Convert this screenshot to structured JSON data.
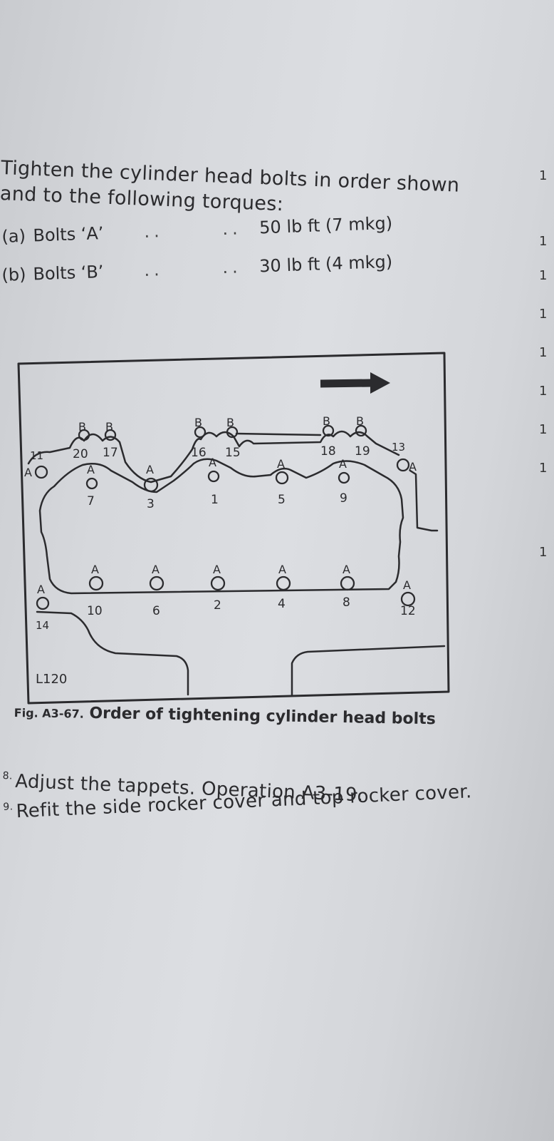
{
  "intro": {
    "line1": "Tighten the cylinder head bolts in order shown",
    "line2": "and to the following torques:"
  },
  "torques": [
    {
      "marker": "(a)",
      "label": "Bolts ‘A’",
      "leader1": "..",
      "leader2": "..",
      "value": "50 lb ft (7 mkg)"
    },
    {
      "marker": "(b)",
      "label": "Bolts ‘B’",
      "leader1": "..",
      "leader2": "..",
      "value": "30 lb ft (4 mkg)"
    }
  ],
  "figure": {
    "id_label": "L120",
    "caption_number": "Fig. A3-67.",
    "caption_text": "Order of tightening cylinder head bolts",
    "bolts": [
      {
        "seq": "20",
        "type": "B"
      },
      {
        "seq": "17",
        "type": "B"
      },
      {
        "seq": "16",
        "type": "B"
      },
      {
        "seq": "15",
        "type": "B"
      },
      {
        "seq": "18",
        "type": "B"
      },
      {
        "seq": "19",
        "type": "B"
      },
      {
        "seq": "11",
        "type": "A"
      },
      {
        "seq": "13",
        "type": "A"
      },
      {
        "seq": "7",
        "type": "A"
      },
      {
        "seq": "3",
        "type": "A"
      },
      {
        "seq": "1",
        "type": "A"
      },
      {
        "seq": "5",
        "type": "A"
      },
      {
        "seq": "9",
        "type": "A"
      },
      {
        "seq": "14",
        "type": "A"
      },
      {
        "seq": "10",
        "type": "A"
      },
      {
        "seq": "6",
        "type": "A"
      },
      {
        "seq": "2",
        "type": "A"
      },
      {
        "seq": "4",
        "type": "A"
      },
      {
        "seq": "8",
        "type": "A"
      },
      {
        "seq": "12",
        "type": "A"
      }
    ]
  },
  "steps": [
    {
      "num": "8.",
      "text": "Adjust the tappets. Operation A3-19."
    },
    {
      "num": "9.",
      "text": "Refit the side rocker cover and top rocker cover."
    }
  ],
  "margin_marks": [
    "1",
    "1",
    "1",
    "1",
    "1",
    "1",
    "1",
    "1",
    "1"
  ]
}
